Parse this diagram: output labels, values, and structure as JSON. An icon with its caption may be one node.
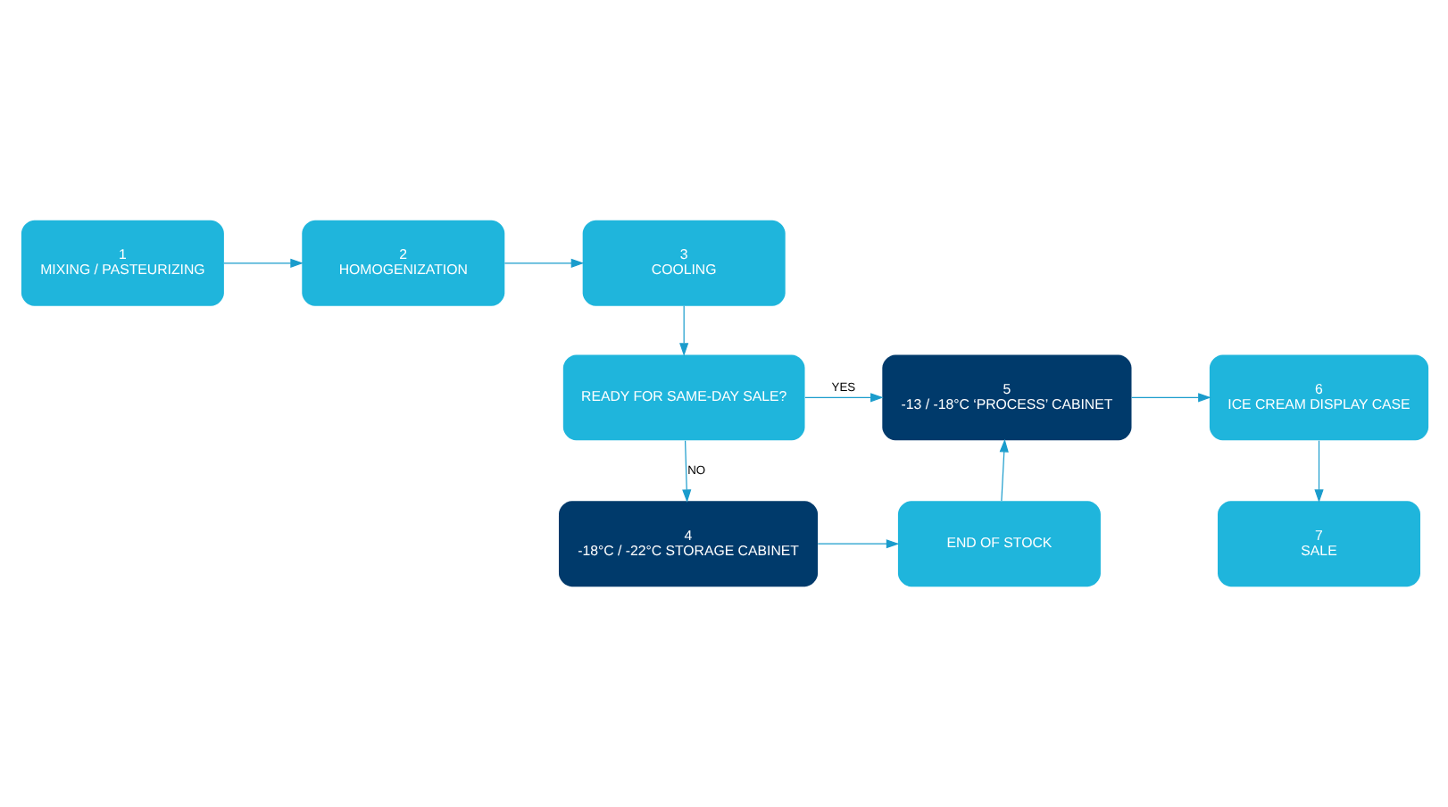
{
  "diagram": {
    "nodes": [
      {
        "text": [
          "1",
          "MIXING / PASTEURIZING"
        ]
      },
      {
        "text": [
          "2",
          "HOMOGENIZATION"
        ]
      },
      {
        "text": [
          "3",
          "COOLING"
        ]
      },
      {
        "text": [
          "6",
          "ICE CREAM DISPLAY CASE"
        ]
      },
      {
        "text": [
          "5",
          "-13 / -18°C ‘PROCESS’ CABINET"
        ]
      },
      {
        "text": [
          "READY FOR SAME-DAY SALE?"
        ]
      },
      {
        "text": [
          "7",
          "SALE"
        ]
      },
      {
        "text": [
          "END OF STOCK"
        ]
      },
      {
        "text": [
          "4",
          "-18°C / -22°C STORAGE CABINET"
        ]
      }
    ],
    "edges": [
      {
        "from": 0,
        "to": 1,
        "arrow": "to"
      },
      {
        "from": 1,
        "to": 2,
        "arrow": "to"
      },
      {
        "from": 2,
        "to": 5,
        "arrow": "to"
      },
      {
        "from": 5,
        "to": 4,
        "arrow": "to",
        "label": "YES"
      },
      {
        "from": 5,
        "to": 8,
        "arrow": "to",
        "label": "NO"
      },
      {
        "from": 8,
        "to": 7,
        "arrow": "to"
      },
      {
        "from": 7,
        "to": 4,
        "arrow": "to"
      },
      {
        "from": 4,
        "to": 3,
        "arrow": "to"
      },
      {
        "from": 3,
        "to": 6,
        "arrow": "to"
      }
    ]
  }
}
